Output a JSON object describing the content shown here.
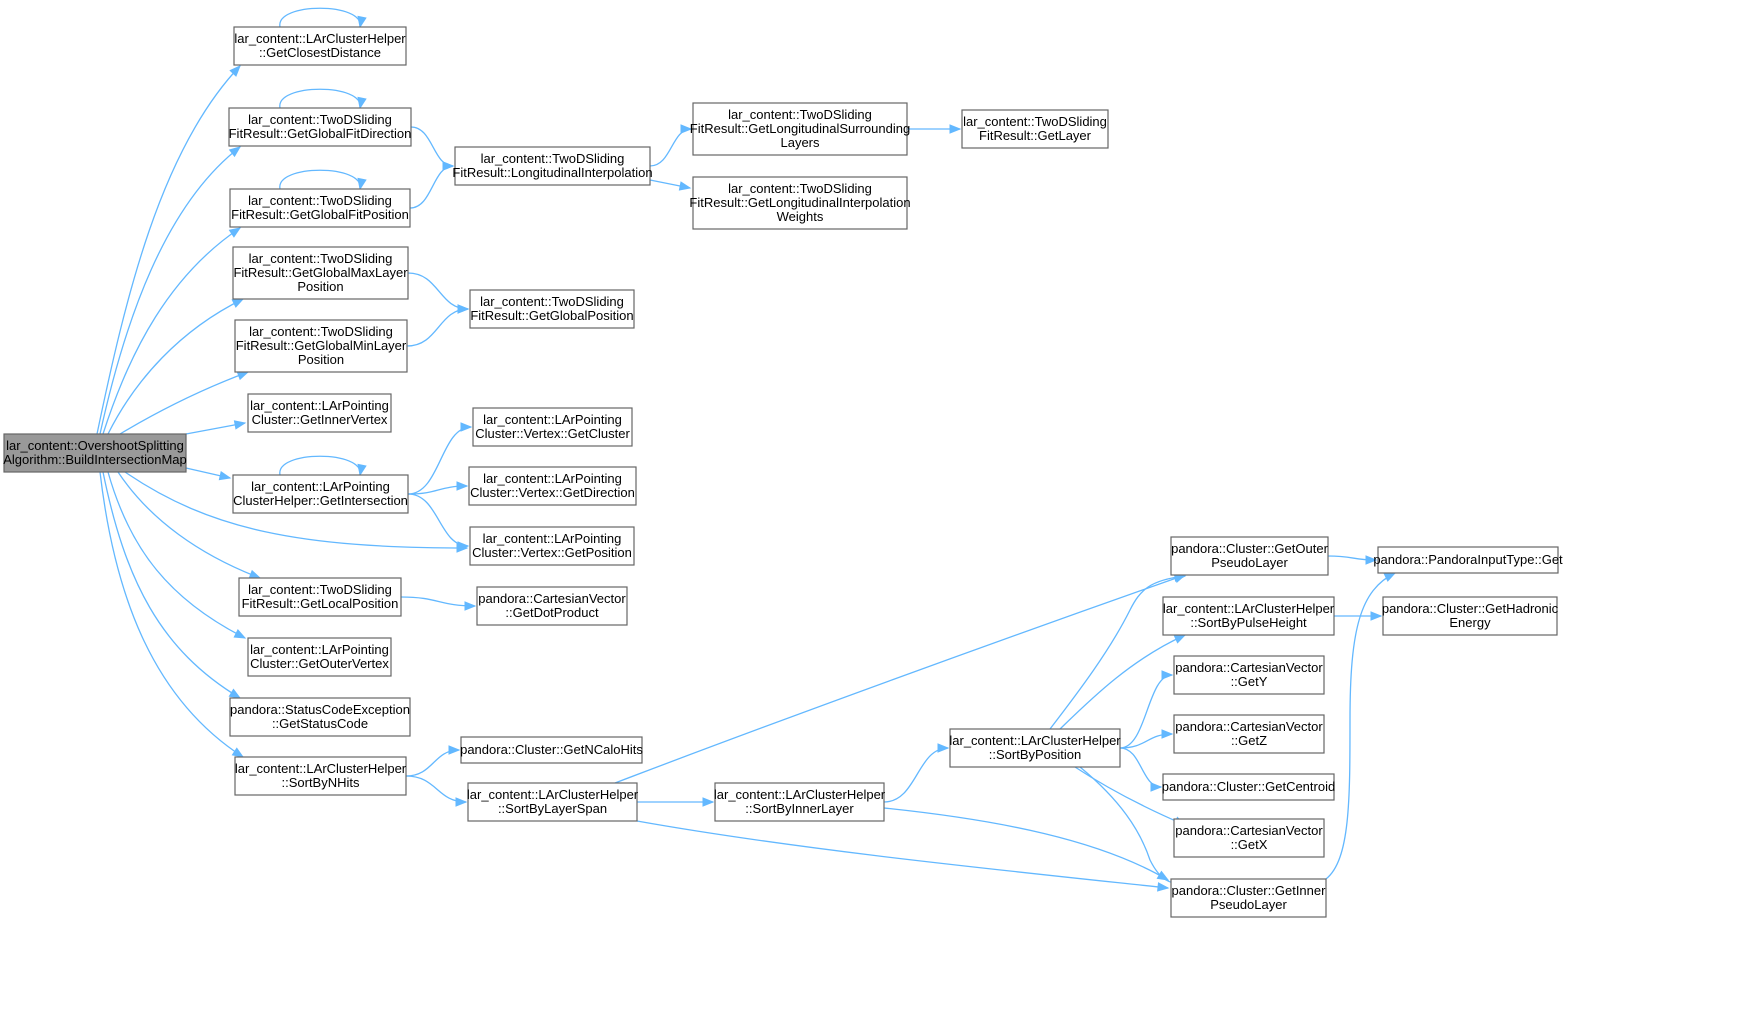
{
  "diagram": {
    "colors": {
      "edge": "#63b8ff",
      "node_border": "#666666",
      "node_fill": "#ffffff",
      "root_fill": "#999999"
    },
    "nodes": [
      {
        "id": "root",
        "lines": [
          "lar_content::OvershootSplitting",
          "Algorithm::BuildIntersectionMap"
        ],
        "root": true
      },
      {
        "id": "getClosestDistance",
        "lines": [
          "lar_content::LArClusterHelper",
          "::GetClosestDistance"
        ]
      },
      {
        "id": "getGlobalFitDirection",
        "lines": [
          "lar_content::TwoDSliding",
          "FitResult::GetGlobalFitDirection"
        ]
      },
      {
        "id": "getGlobalFitPosition",
        "lines": [
          "lar_content::TwoDSliding",
          "FitResult::GetGlobalFitPosition"
        ]
      },
      {
        "id": "getGlobalMaxLayerPosition",
        "lines": [
          "lar_content::TwoDSliding",
          "FitResult::GetGlobalMaxLayer",
          "Position"
        ]
      },
      {
        "id": "getGlobalMinLayerPosition",
        "lines": [
          "lar_content::TwoDSliding",
          "FitResult::GetGlobalMinLayer",
          "Position"
        ]
      },
      {
        "id": "getInnerVertex",
        "lines": [
          "lar_content::LArPointing",
          "Cluster::GetInnerVertex"
        ]
      },
      {
        "id": "getIntersection",
        "lines": [
          "lar_content::LArPointing",
          "ClusterHelper::GetIntersection"
        ]
      },
      {
        "id": "getLocalPosition",
        "lines": [
          "lar_content::TwoDSliding",
          "FitResult::GetLocalPosition"
        ]
      },
      {
        "id": "getOuterVertex",
        "lines": [
          "lar_content::LArPointing",
          "Cluster::GetOuterVertex"
        ]
      },
      {
        "id": "getStatusCode",
        "lines": [
          "pandora::StatusCodeException",
          "::GetStatusCode"
        ]
      },
      {
        "id": "sortByNHits",
        "lines": [
          "lar_content::LArClusterHelper",
          "::SortByNHits"
        ]
      },
      {
        "id": "longitudinalInterpolation",
        "lines": [
          "lar_content::TwoDSliding",
          "FitResult::LongitudinalInterpolation"
        ]
      },
      {
        "id": "getGlobalPosition",
        "lines": [
          "lar_content::TwoDSliding",
          "FitResult::GetGlobalPosition"
        ]
      },
      {
        "id": "vertexGetCluster",
        "lines": [
          "lar_content::LArPointing",
          "Cluster::Vertex::GetCluster"
        ]
      },
      {
        "id": "vertexGetDirection",
        "lines": [
          "lar_content::LArPointing",
          "Cluster::Vertex::GetDirection"
        ]
      },
      {
        "id": "vertexGetPosition",
        "lines": [
          "lar_content::LArPointing",
          "Cluster::Vertex::GetPosition"
        ]
      },
      {
        "id": "getDotProduct",
        "lines": [
          "pandora::CartesianVector",
          "::GetDotProduct"
        ]
      },
      {
        "id": "getNCaloHits",
        "lines": [
          "pandora::Cluster::GetNCaloHits"
        ]
      },
      {
        "id": "sortByLayerSpan",
        "lines": [
          "lar_content::LArClusterHelper",
          "::SortByLayerSpan"
        ]
      },
      {
        "id": "getLongitudinalSurroundingLayers",
        "lines": [
          "lar_content::TwoDSliding",
          "FitResult::GetLongitudinalSurrounding",
          "Layers"
        ]
      },
      {
        "id": "getLongitudinalInterpolationWeights",
        "lines": [
          "lar_content::TwoDSliding",
          "FitResult::GetLongitudinalInterpolation",
          "Weights"
        ]
      },
      {
        "id": "getLayer",
        "lines": [
          "lar_content::TwoDSliding",
          "FitResult::GetLayer"
        ]
      },
      {
        "id": "sortByInnerLayer",
        "lines": [
          "lar_content::LArClusterHelper",
          "::SortByInnerLayer"
        ]
      },
      {
        "id": "sortByPosition",
        "lines": [
          "lar_content::LArClusterHelper",
          "::SortByPosition"
        ]
      },
      {
        "id": "getOuterPseudoLayer",
        "lines": [
          "pandora::Cluster::GetOuter",
          "PseudoLayer"
        ]
      },
      {
        "id": "sortByPulseHeight",
        "lines": [
          "lar_content::LArClusterHelper",
          "::SortByPulseHeight"
        ]
      },
      {
        "id": "getY",
        "lines": [
          "pandora::CartesianVector",
          "::GetY"
        ]
      },
      {
        "id": "getZ",
        "lines": [
          "pandora::CartesianVector",
          "::GetZ"
        ]
      },
      {
        "id": "getCentroid",
        "lines": [
          "pandora::Cluster::GetCentroid"
        ]
      },
      {
        "id": "getX",
        "lines": [
          "pandora::CartesianVector",
          "::GetX"
        ]
      },
      {
        "id": "getInnerPseudoLayer",
        "lines": [
          "pandora::Cluster::GetInner",
          "PseudoLayer"
        ]
      },
      {
        "id": "pandoraInputTypeGet",
        "lines": [
          "pandora::PandoraInputType::Get"
        ]
      },
      {
        "id": "getHadronicEnergy",
        "lines": [
          "pandora::Cluster::GetHadronic",
          "Energy"
        ]
      }
    ],
    "edges": [
      {
        "from": "root",
        "to": "getClosestDistance"
      },
      {
        "from": "root",
        "to": "getGlobalFitDirection"
      },
      {
        "from": "root",
        "to": "getGlobalFitPosition"
      },
      {
        "from": "root",
        "to": "getGlobalMaxLayerPosition"
      },
      {
        "from": "root",
        "to": "getGlobalMinLayerPosition"
      },
      {
        "from": "root",
        "to": "getInnerVertex"
      },
      {
        "from": "root",
        "to": "getIntersection"
      },
      {
        "from": "root",
        "to": "vertexGetPosition"
      },
      {
        "from": "root",
        "to": "getLocalPosition"
      },
      {
        "from": "root",
        "to": "getOuterVertex"
      },
      {
        "from": "root",
        "to": "getStatusCode"
      },
      {
        "from": "root",
        "to": "sortByNHits"
      },
      {
        "from": "getClosestDistance",
        "to": "getClosestDistance"
      },
      {
        "from": "getGlobalFitDirection",
        "to": "getGlobalFitDirection"
      },
      {
        "from": "getGlobalFitPosition",
        "to": "getGlobalFitPosition"
      },
      {
        "from": "getIntersection",
        "to": "getIntersection"
      },
      {
        "from": "getGlobalFitDirection",
        "to": "longitudinalInterpolation"
      },
      {
        "from": "getGlobalFitPosition",
        "to": "longitudinalInterpolation"
      },
      {
        "from": "getGlobalMaxLayerPosition",
        "to": "getGlobalPosition"
      },
      {
        "from": "getGlobalMinLayerPosition",
        "to": "getGlobalPosition"
      },
      {
        "from": "getIntersection",
        "to": "vertexGetCluster"
      },
      {
        "from": "getIntersection",
        "to": "vertexGetDirection"
      },
      {
        "from": "getIntersection",
        "to": "vertexGetPosition"
      },
      {
        "from": "getLocalPosition",
        "to": "getDotProduct"
      },
      {
        "from": "sortByNHits",
        "to": "getNCaloHits"
      },
      {
        "from": "sortByNHits",
        "to": "sortByLayerSpan"
      },
      {
        "from": "longitudinalInterpolation",
        "to": "getLongitudinalSurroundingLayers"
      },
      {
        "from": "longitudinalInterpolation",
        "to": "getLongitudinalInterpolationWeights"
      },
      {
        "from": "getLongitudinalSurroundingLayers",
        "to": "getLayer"
      },
      {
        "from": "sortByLayerSpan",
        "to": "getOuterPseudoLayer"
      },
      {
        "from": "sortByLayerSpan",
        "to": "sortByInnerLayer"
      },
      {
        "from": "sortByLayerSpan",
        "to": "getInnerPseudoLayer"
      },
      {
        "from": "sortByInnerLayer",
        "to": "sortByPosition"
      },
      {
        "from": "sortByInnerLayer",
        "to": "getInnerPseudoLayer"
      },
      {
        "from": "sortByPosition",
        "to": "getOuterPseudoLayer"
      },
      {
        "from": "sortByPosition",
        "to": "sortByPulseHeight"
      },
      {
        "from": "sortByPosition",
        "to": "getY"
      },
      {
        "from": "sortByPosition",
        "to": "getZ"
      },
      {
        "from": "sortByPosition",
        "to": "getCentroid"
      },
      {
        "from": "sortByPosition",
        "to": "getX"
      },
      {
        "from": "sortByPosition",
        "to": "getInnerPseudoLayer"
      },
      {
        "from": "getOuterPseudoLayer",
        "to": "pandoraInputTypeGet"
      },
      {
        "from": "sortByPulseHeight",
        "to": "getHadronicEnergy"
      },
      {
        "from": "getInnerPseudoLayer",
        "to": "pandoraInputTypeGet"
      }
    ]
  }
}
